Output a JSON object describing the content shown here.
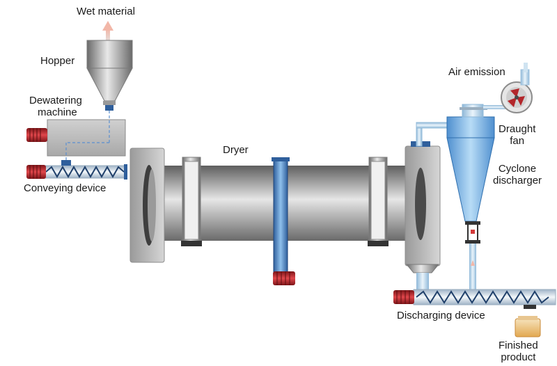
{
  "labels": {
    "wet_material": "Wet material",
    "hopper": "Hopper",
    "dewatering_line1": "Dewatering",
    "dewatering_line2": "machine",
    "conveying_device": "Conveying device",
    "dryer": "Dryer",
    "air_emission": "Air emission",
    "draught_line1": "Draught",
    "draught_line2": "fan",
    "cyclone_line1": "Cyclone",
    "cyclone_line2": "discharger",
    "discharging_device": "Discharging device",
    "finished_line1": "Finished",
    "finished_line2": "product"
  },
  "icons": {
    "motor": "motor-icon",
    "screw": "screw-conveyor-icon",
    "fan": "fan-icon",
    "arrow": "flow-arrow-icon"
  },
  "colors": {
    "steel_dark": "#5e5e5e",
    "steel_light": "#e6e6e6",
    "blue_dark": "#2f5f9c",
    "blue_light": "#8fc0ec",
    "motor_red": "#b3262a",
    "pipe_blue": "#a9cde6",
    "product": "#e2a850"
  }
}
